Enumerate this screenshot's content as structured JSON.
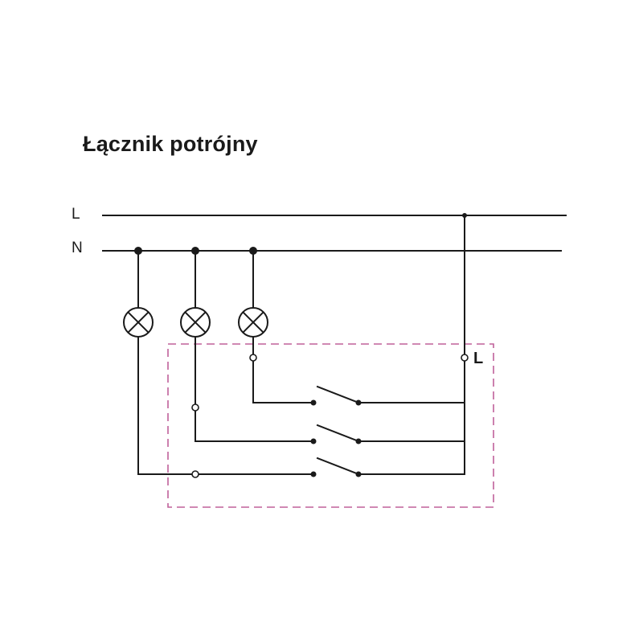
{
  "title": "Łącznik potrójny",
  "labels": {
    "line_live": "L",
    "line_neutral": "N",
    "switch_terminal": "L"
  },
  "colors": {
    "wire": "#1a1a1a",
    "enclosure": "#c0619a",
    "background": "#ffffff"
  },
  "icons": {
    "lamp": "lamp-icon",
    "contact": "switch-contact-icon"
  }
}
